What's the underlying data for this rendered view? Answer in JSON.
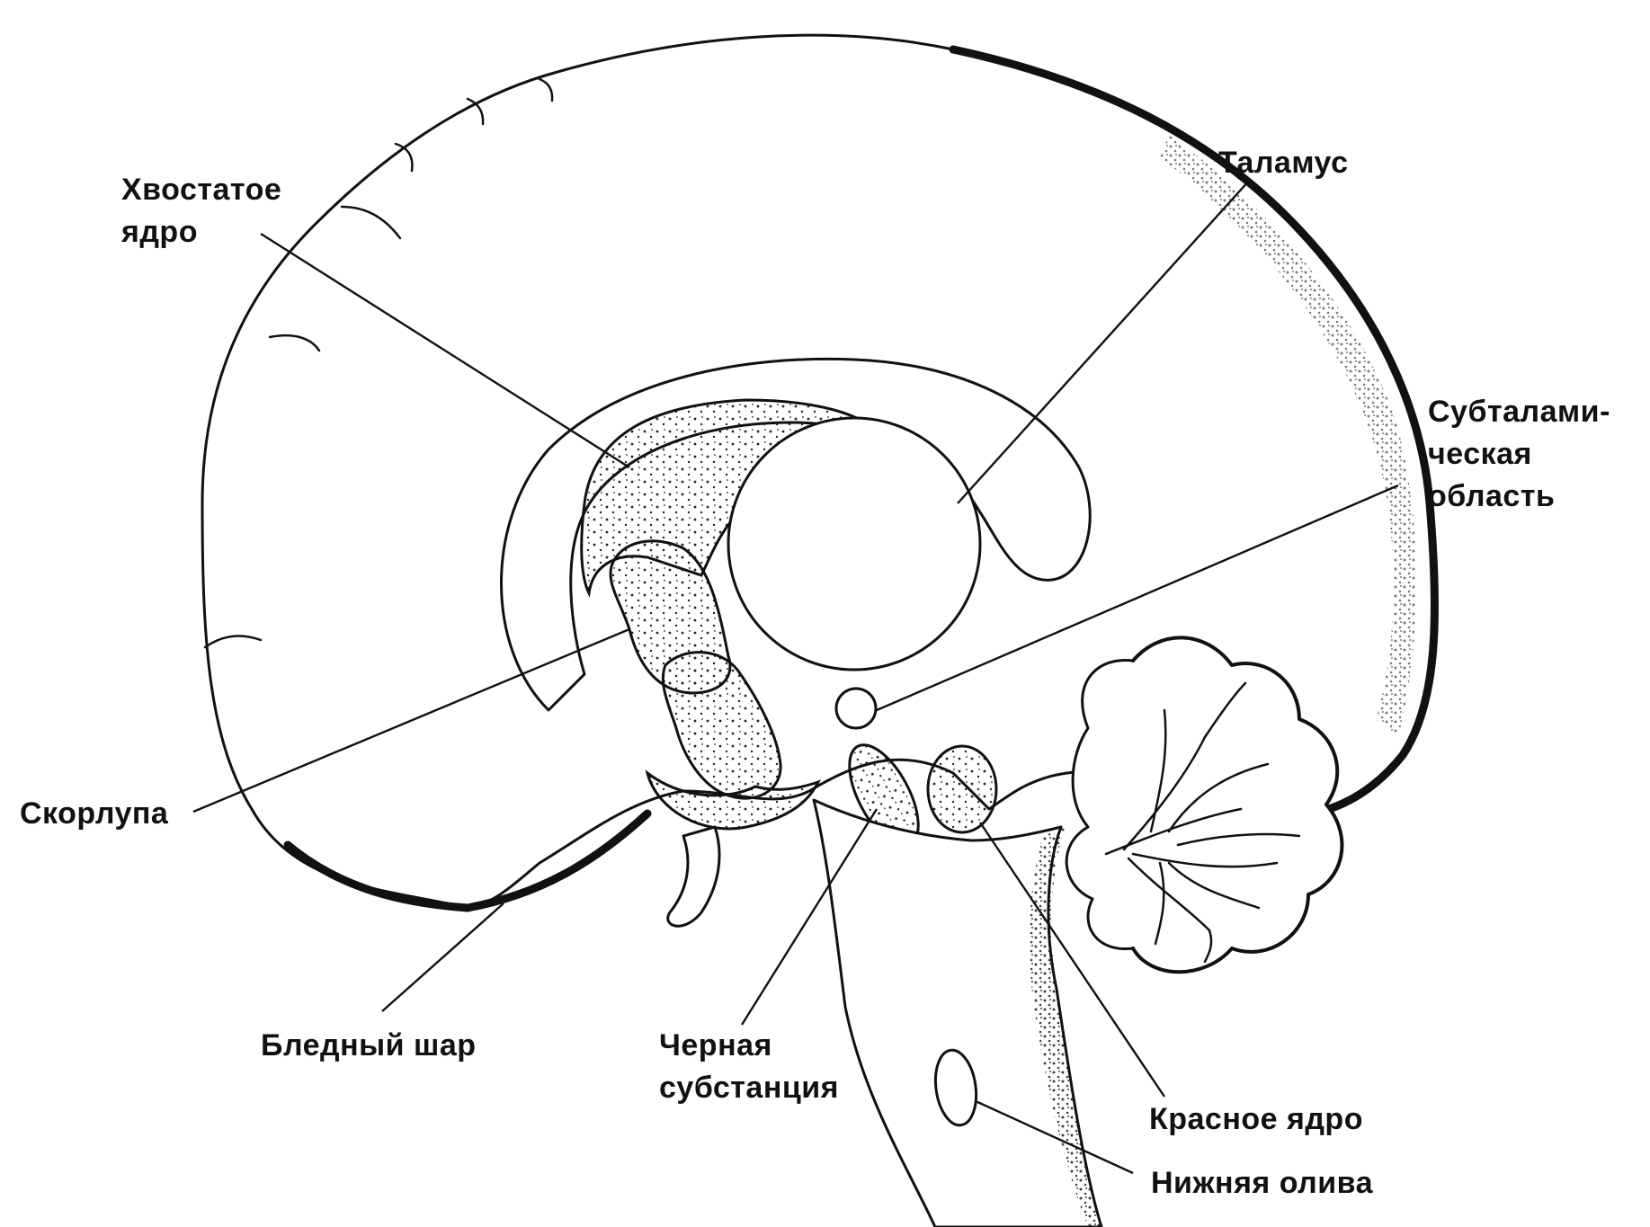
{
  "labels": {
    "caudate": "Хвостатое\nядро",
    "thalamus": "Таламус",
    "subthalamic": "Субталами-\nческая\nобласть",
    "putamen": "Скорлупа",
    "globus_pallidus": "Бледный шар",
    "substantia_nigra": "Черная\nсубстанция",
    "red_nucleus": "Красное ядро",
    "inferior_olive": "Нижняя олива"
  }
}
